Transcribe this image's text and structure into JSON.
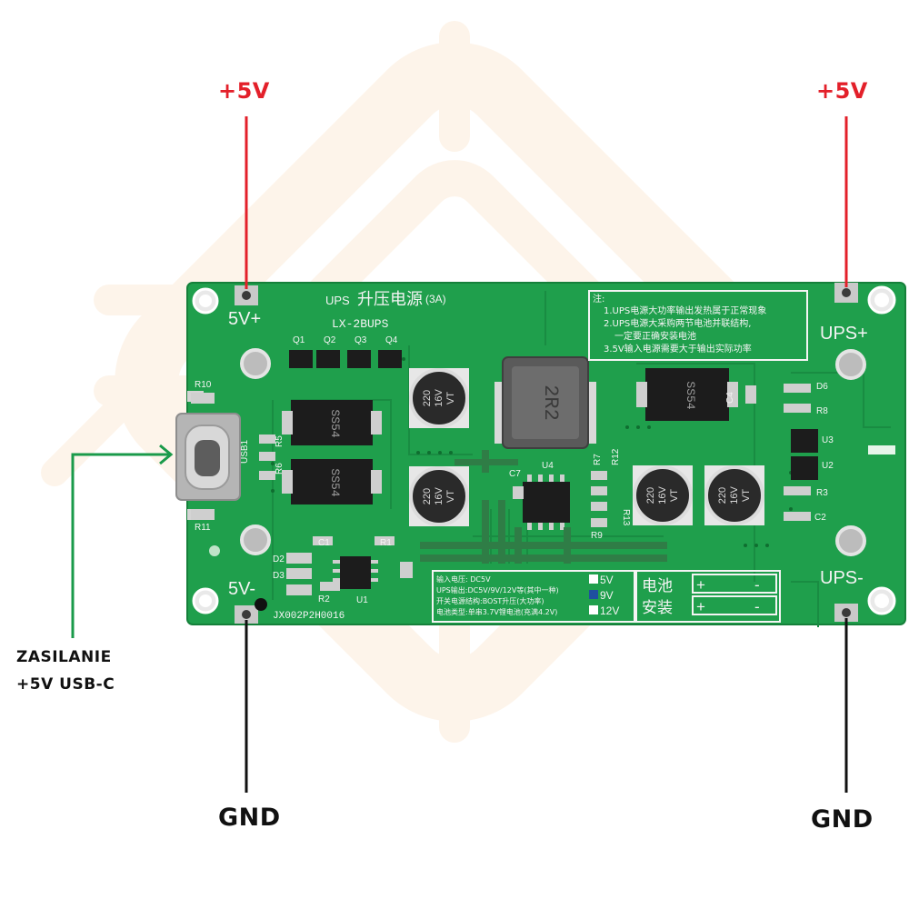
{
  "colors": {
    "pcb": "#1f9f4c",
    "pcb_dark": "#178a3f",
    "silkscreen": "#f4f4f4",
    "positive_wire": "#e3202a",
    "ground_wire": "#111111",
    "usb_arrow": "#1a9a4a",
    "watermark": "#fdf4ea"
  },
  "callouts": {
    "plus5v_left": "+5V",
    "plus5v_right": "+5V",
    "gnd_left": "GND",
    "gnd_right": "GND",
    "usb_line1": "ZASILANIE",
    "usb_line2": "+5V USB-C"
  },
  "board": {
    "pad_5v_plus": "5V+",
    "pad_5v_minus": "5V-",
    "pad_ups_plus": "UPS+",
    "pad_ups_minus": "UPS-",
    "title_prefix": "UPS",
    "title_cn": "升压电源",
    "title_suffix": "(3A)",
    "model": "LX-2BUPS",
    "serial": "JX002P2H0016",
    "usb_ref": "USB1",
    "transistors": [
      "Q1",
      "Q2",
      "Q3",
      "Q4"
    ],
    "diode_text": "SS54",
    "cap_text_1": "220",
    "cap_text_2": "16V",
    "cap_text_3": "VT",
    "inductor_text": "2R2",
    "ref_u4": "U4",
    "ref_c7": "C7",
    "ref_c4": "C4",
    "ref_d6": "D6",
    "ref_r8": "R8",
    "ref_u3": "U3",
    "ref_u2": "U2",
    "ref_r3": "R3",
    "ref_c2": "C2",
    "ref_r10": "R10",
    "ref_r11": "R11",
    "ref_r5": "R5",
    "ref_r6": "R6",
    "ref_c1": "C1",
    "ref_r1": "R1",
    "ref_d2": "D2",
    "ref_d3": "D3",
    "ref_r2": "R2",
    "ref_u1": "U1",
    "ref_r7": "R7",
    "ref_r12": "R12",
    "ref_r13": "R13",
    "ref_r9": "R9",
    "notes_title": "注:",
    "notes": [
      "1.UPS电源大功率输出发热属于正常现象",
      "2.UPS电源大采购两节电池并联结构,",
      "一定要正确安装电池",
      "3.5V输入电源需要大于输出实际功率"
    ],
    "spec_lines": [
      "输入电压: DC5V",
      "UPS输出:DC5V/9V/12V等(其中一种)",
      "开关电源结构:BOST升压(大功率)",
      "电池类型:单串3.7V锂电池(充满4.2V)"
    ],
    "voltage_options": [
      "5V",
      "9V",
      "12V"
    ],
    "battery_label_1": "电池",
    "battery_label_2": "安装",
    "battery_plus": "+",
    "battery_minus": "-"
  }
}
